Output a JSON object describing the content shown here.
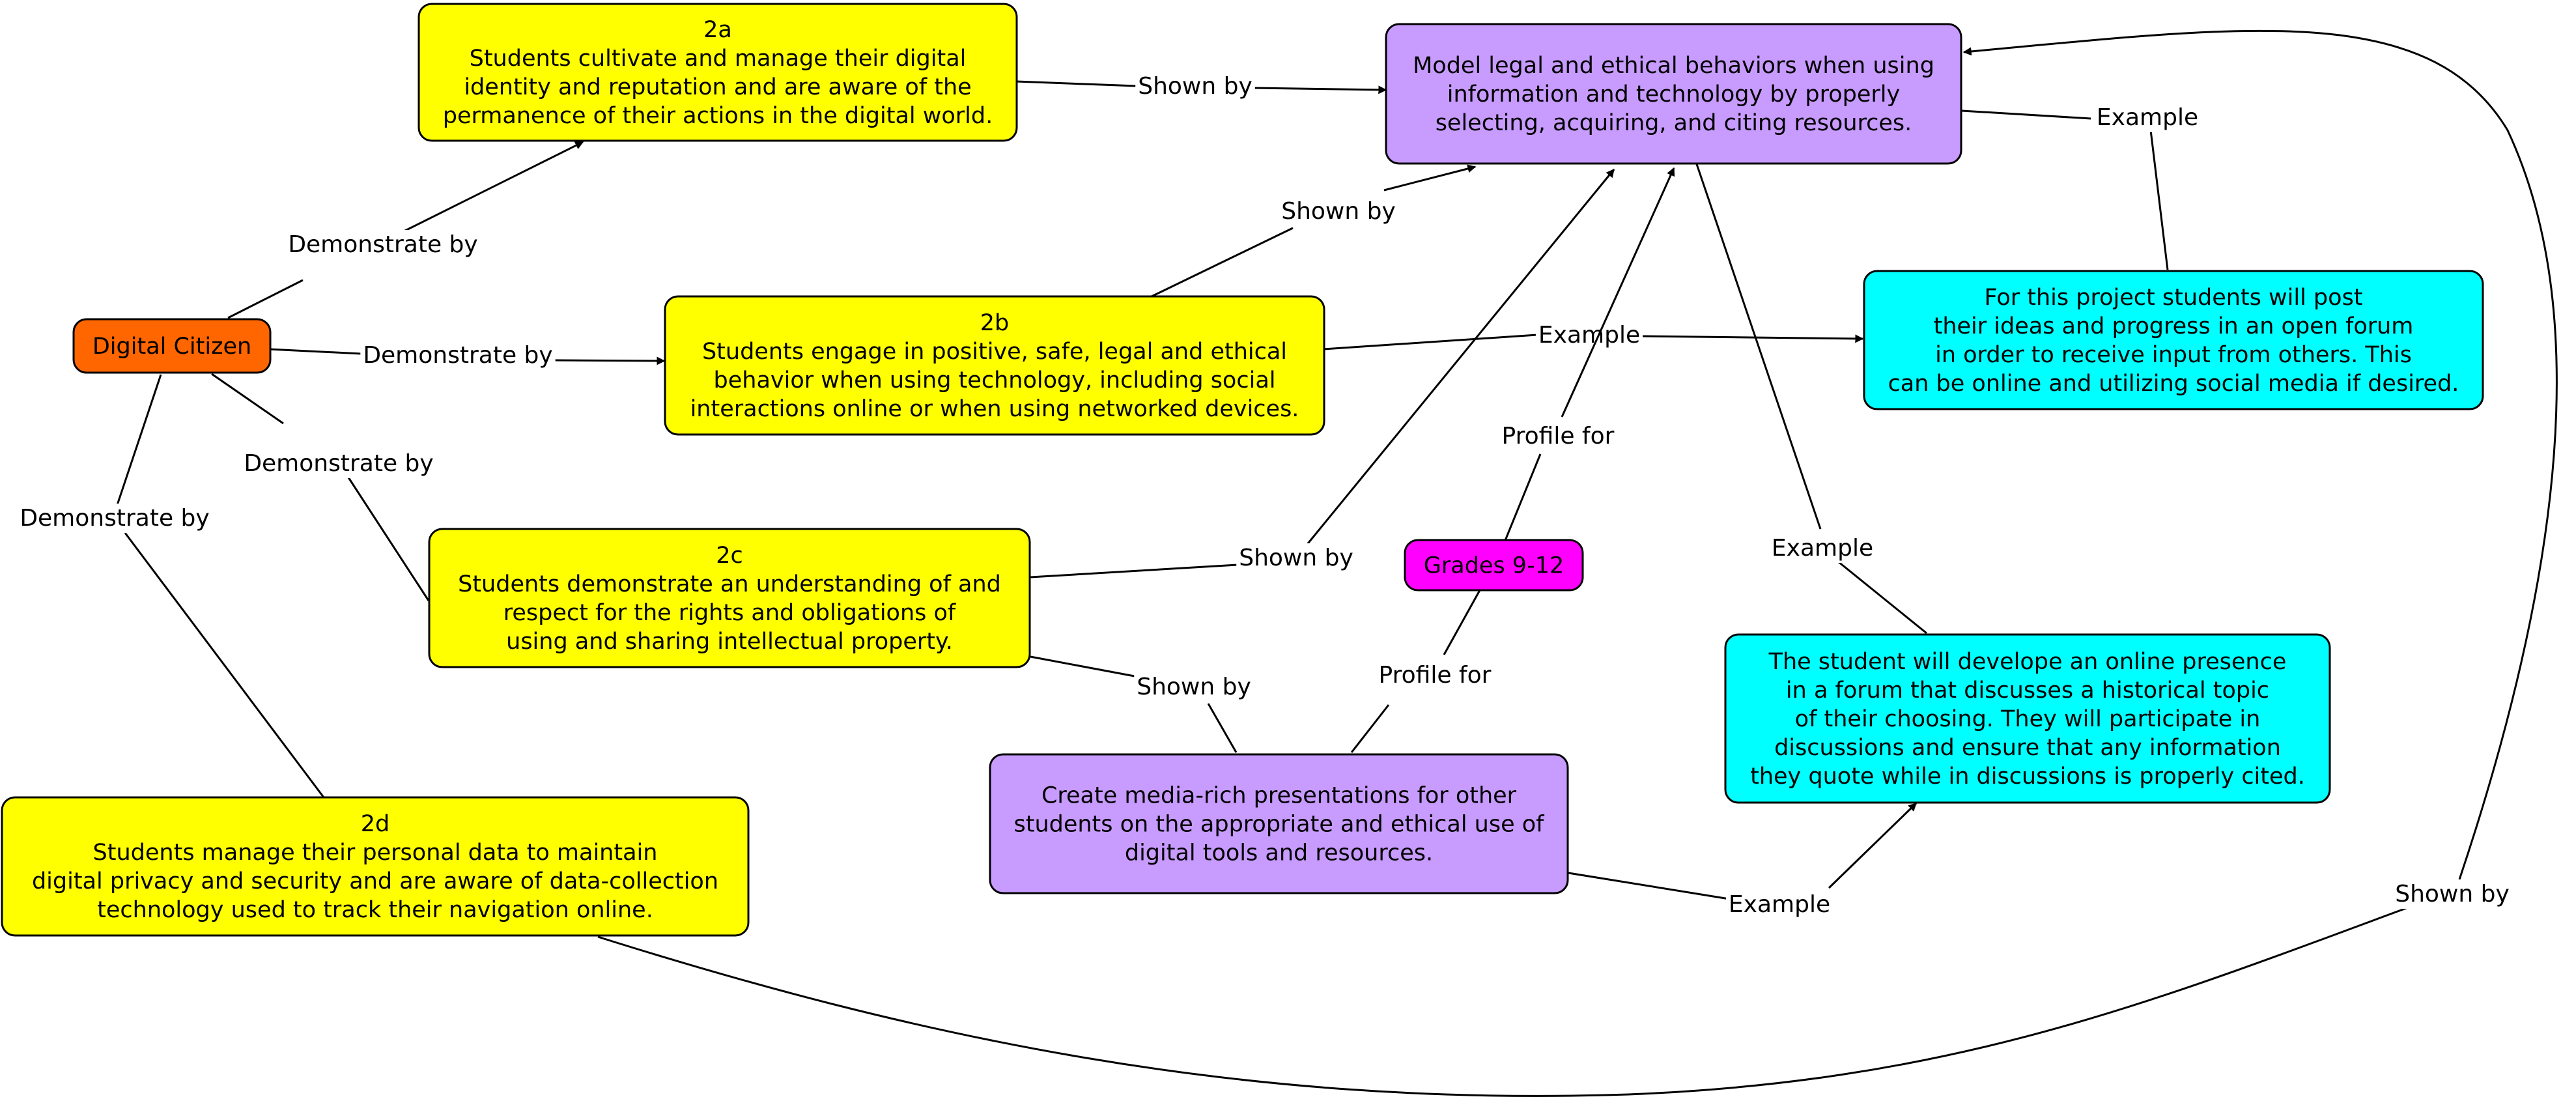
{
  "nodes": {
    "digital_citizen": {
      "lines": [
        "Digital Citizen"
      ],
      "color": "#ff6600"
    },
    "s2a": {
      "lines": [
        "2a",
        "Students cultivate and manage their digital",
        "identity and reputation and are aware of the",
        "permanence of their actions in the digital world."
      ],
      "color": "#ffff00"
    },
    "s2b": {
      "lines": [
        "2b",
        "Students engage in positive, safe, legal and ethical",
        "behavior when using technology, including social",
        "interactions online or when using networked devices."
      ],
      "color": "#ffff00"
    },
    "s2c": {
      "lines": [
        "2c",
        "Students demonstrate an understanding of and",
        "respect for the rights and obligations of",
        "using and sharing intellectual property."
      ],
      "color": "#ffff00"
    },
    "s2d": {
      "lines": [
        "2d",
        "Students manage their personal data to maintain",
        "digital privacy and security and are aware of data-collection",
        "technology used to track their navigation online."
      ],
      "color": "#ffff00"
    },
    "model_legal": {
      "lines": [
        "Model legal and ethical behaviors when using",
        "information and technology by properly",
        "selecting, acquiring, and citing resources."
      ],
      "color": "#c89bff"
    },
    "create_media": {
      "lines": [
        "Create media-rich presentations for other",
        "students on the appropriate and ethical use of",
        "digital tools and resources."
      ],
      "color": "#c89bff"
    },
    "grades": {
      "lines": [
        "Grades 9-12"
      ],
      "color": "#ff00ff"
    },
    "forum_project": {
      "lines": [
        "For this project students will post",
        "their ideas and progress in an open forum",
        "in order to receive input from others. This",
        "can be online and utilizing social media if desired."
      ],
      "color": "#00ffff"
    },
    "online_presence": {
      "lines": [
        "The student will develope an online presence",
        "in a forum that discusses a historical topic",
        "of their choosing. They will participate in",
        "discussions and ensure that any information",
        "they quote while in discussions is properly cited."
      ],
      "color": "#00ffff"
    }
  },
  "edge_labels": {
    "dc_2a": "Demonstrate by",
    "dc_2b": "Demonstrate by",
    "dc_2c": "Demonstrate by",
    "dc_2d": "Demonstrate by",
    "s2a_model": "Shown by",
    "s2b_model": "Shown by",
    "s2b_forum": "Example",
    "s2c_model": "Shown by",
    "s2c_media": "Shown by",
    "grades_model": "Profile for",
    "grades_media": "Profile for",
    "model_forum": "Example",
    "model_presence": "Example",
    "media_presence": "Example",
    "s2d_model": "Shown by"
  }
}
